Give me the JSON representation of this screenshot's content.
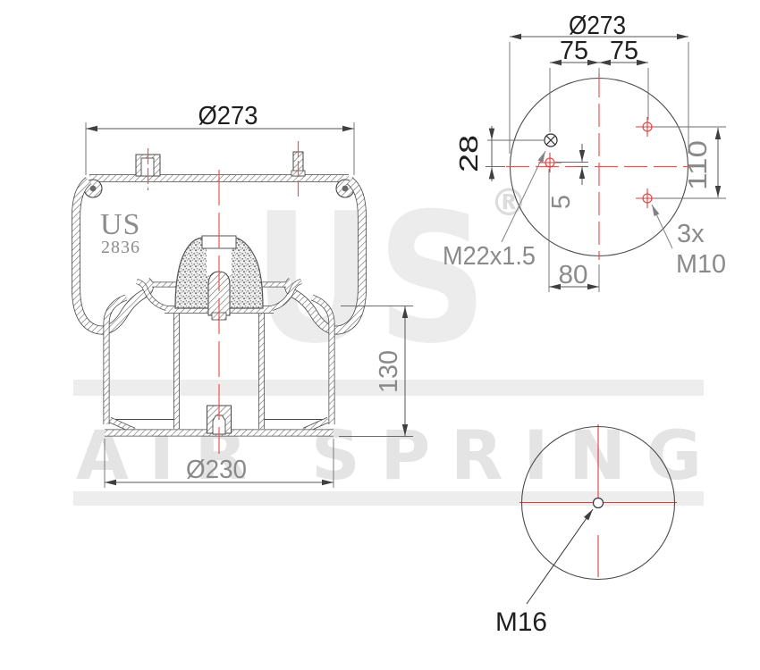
{
  "drawing": {
    "logo": {
      "brand": "US",
      "number": "2836"
    },
    "watermark": {
      "brand": "US",
      "registered": "®",
      "name": "AIR SPRING"
    },
    "front_view": {
      "dim_top_diameter": "Ø273",
      "dim_height": "130",
      "dim_bottom_diameter": "Ø230"
    },
    "top_view": {
      "dim_diameter": "Ø273",
      "dim_stud_left_offset": "75",
      "dim_stud_right_offset": "75",
      "dim_fitting_vertical_offset": "28",
      "dim_hole_vertical_offset": "5",
      "dim_holes_vertical_spacing": "110",
      "dim_fitting_horizontal_offset": "80",
      "label_air_fitting": "M22x1.5",
      "label_stud_count": "3x",
      "label_stud_thread": "M10"
    },
    "bottom_view": {
      "label_center_stud": "M16"
    }
  },
  "colors": {
    "outline": "#474747",
    "dimension": "#555555",
    "text_dark": "#1f1f1f",
    "text_gray": "#8a8a8a",
    "centerline_red": "#f05353",
    "hole_red": "#e23b3b",
    "watermark_gray": "#e9e9e9"
  }
}
